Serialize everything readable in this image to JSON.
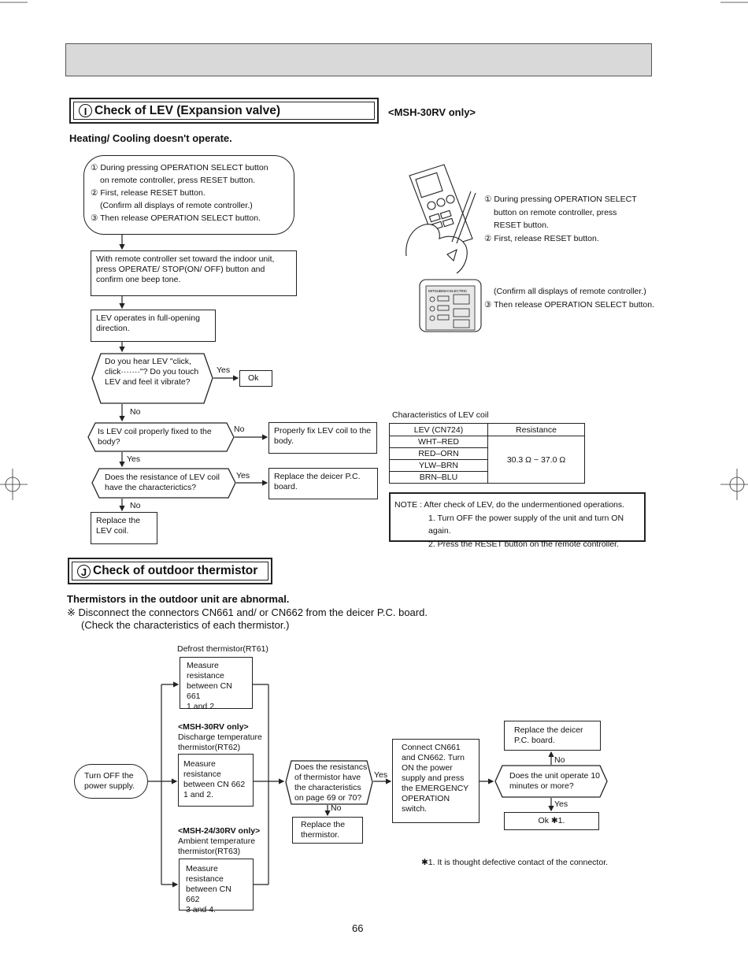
{
  "page_number": "66",
  "section_i": {
    "letter": "I",
    "title": "Check of LEV (Expansion valve)",
    "model_note": "<MSH-30RV only>",
    "subtitle": "Heating/ Cooling doesn't operate.",
    "step1": [
      "① During pressing OPERATION SELECT button",
      "on remote controller, press RESET button.",
      "② First, release  RESET button.",
      "(Confirm all displays of  remote controller.)",
      "③ Then release  OPERATION SELECT button."
    ],
    "step2": "With remote controller set toward the indoor unit, press OPERATE/ STOP(ON/ OFF) button and confirm one beep tone.",
    "step3": "LEV operates in full-opening direction.",
    "q1": "Do you hear LEV \"click, click·······\"? Do you touch LEV and feel it vibrate?",
    "q1_yes": "Yes",
    "q1_no": "No",
    "ok": "Ok",
    "q2": "Is LEV coil properly fixed to the body?",
    "q2_no": "No",
    "q2_yes": "Yes",
    "fix_coil": "Properly fix LEV coil to the body.",
    "q3": "Does the resistance of LEV coil have the characterictics?",
    "q3_yes": "Yes",
    "q3_no": "No",
    "replace_board": "Replace the deicer P.C. board.",
    "replace_coil": "Replace the LEV coil.",
    "remote_instr1": [
      "① During pressing OPERATION SELECT",
      "button on remote controller, press",
      "RESET button.",
      "② First, release  RESET button."
    ],
    "remote_instr2": [
      "(Confirm all displays of  remote controller.)",
      "③ Then release  OPERATION SELECT button."
    ],
    "remote_brand": "MITSUBISHI ELECTRIC",
    "lev_table": {
      "caption": "Characteristics of LEV coil",
      "header": [
        "LEV (CN724)",
        "Resistance"
      ],
      "rows": [
        "WHT–RED",
        "RED–ORN",
        "YLW–BRN",
        "BRN–BLU"
      ],
      "resistance": "30.3 Ω ~ 37.0 Ω"
    },
    "note": [
      "NOTE : After check of LEV, do the undermentioned operations.",
      "1. Turn OFF the power supply of the unit and turn ON again.",
      "2. Press the RESET button on the remote controller."
    ]
  },
  "section_j": {
    "letter": "J",
    "title": "Check of outdoor thermistor",
    "subtitle": "Thermistors in the outdoor unit are abnormal.",
    "line1": "※ Disconnect the connectors CN661 and/ or CN662 from the deicer P.C. board.",
    "line2": "(Check the characteristics of each thermistor.)",
    "rt61_label": "Defrost thermistor(RT61)",
    "rt61_box": [
      "Measure",
      "resistance",
      "between CN 661",
      "1 and 2."
    ],
    "rt62_model": "<MSH-30RV only>",
    "rt62_label": [
      "Discharge temperature",
      "thermistor(RT62)"
    ],
    "rt62_box": [
      "Measure",
      "resistance",
      "between CN 662",
      "1 and 2."
    ],
    "rt63_model": "<MSH-24/30RV only>",
    "rt63_label": [
      "Ambient temperature",
      "thermistor(RT63)"
    ],
    "rt63_box": [
      "Measure",
      "resistance",
      "between CN 662",
      "3 and 4."
    ],
    "turn_off": "Turn OFF the power supply.",
    "q_char": "Does the resistancs of thermistor have the characteristics on page 69 or 70?",
    "q_char_yes": "Yes",
    "q_char_no": "No",
    "replace_thermistor": "Replace the thermistor.",
    "connect": "Connect CN661 and CN662. Turn ON the power supply  and press the  EMERGENCY OPERATION switch.",
    "q_operate": "Does the unit operate 10 minutes or more?",
    "q_operate_no": "No",
    "q_operate_yes": "Yes",
    "replace_deicer": "Replace the deicer P.C. board.",
    "ok1": "Ok  ✱1.",
    "footnote": "✱1. It is thought defective contact of the connector."
  }
}
